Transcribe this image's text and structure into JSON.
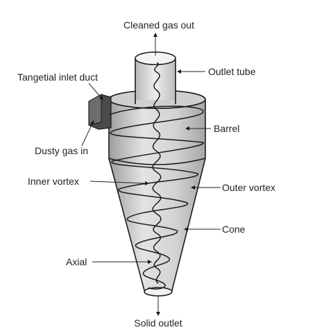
{
  "diagram": {
    "labels": {
      "cleaned_gas_out": "Cleaned gas out",
      "outlet_tube": "Outlet tube",
      "tangential_inlet_duct": "Tangetial inlet duct",
      "barrel": "Barrel",
      "dusty_gas_in": "Dusty gas in",
      "inner_vortex": "Inner vortex",
      "outer_vortex": "Outer vortex",
      "cone": "Cone",
      "axial": "Axial",
      "solid_outlet": "Solid outlet"
    },
    "colors": {
      "body_fill": "#d9d9d9",
      "body_dark": "#a8a8a8",
      "inlet_duct": "#4a4a4a",
      "line": "#1a1a1a"
    }
  }
}
